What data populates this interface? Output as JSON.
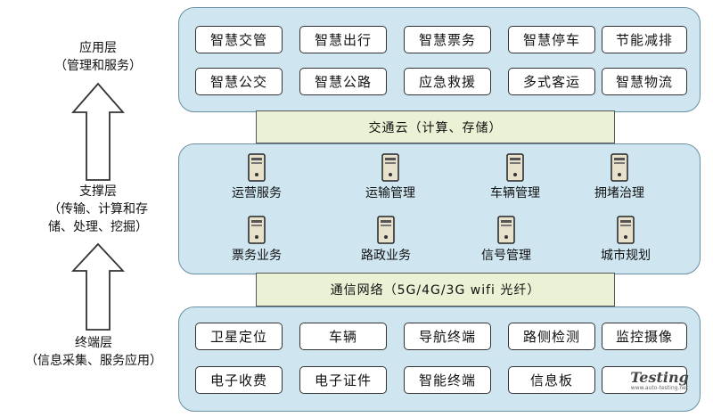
{
  "labels": {
    "app_title": "应用层",
    "app_sub": "（管理和服务）",
    "support_title": "支撑层",
    "support_sub1": "（传输、计算和存",
    "support_sub2": "储、处理、挖掘）",
    "term_title": "终端层",
    "term_sub": "（信息采集、服务应用）"
  },
  "app_cells": [
    "智慧交管",
    "智慧出行",
    "智慧票务",
    "智慧停车",
    "节能减排",
    "智慧公交",
    "智慧公路",
    "应急救援",
    "多式客运",
    "智慧物流"
  ],
  "cloud_bar": "交通云（计算、存储）",
  "servers": [
    "运营服务",
    "运输管理",
    "车辆管理",
    "拥堵治理",
    "票务业务",
    "路政业务",
    "信号管理",
    "城市规划"
  ],
  "network_bar": "通信网络（5G/4G/3G wifi 光纤）",
  "term_cells": [
    "卫星定位",
    "车辆",
    "导航终端",
    "路侧检测",
    "监控摄像",
    "电子收费",
    "电子证件",
    "智能终端",
    "信息板",
    ""
  ],
  "watermark": {
    "main": "Testing",
    "sub": "www.auto-testing.net"
  }
}
